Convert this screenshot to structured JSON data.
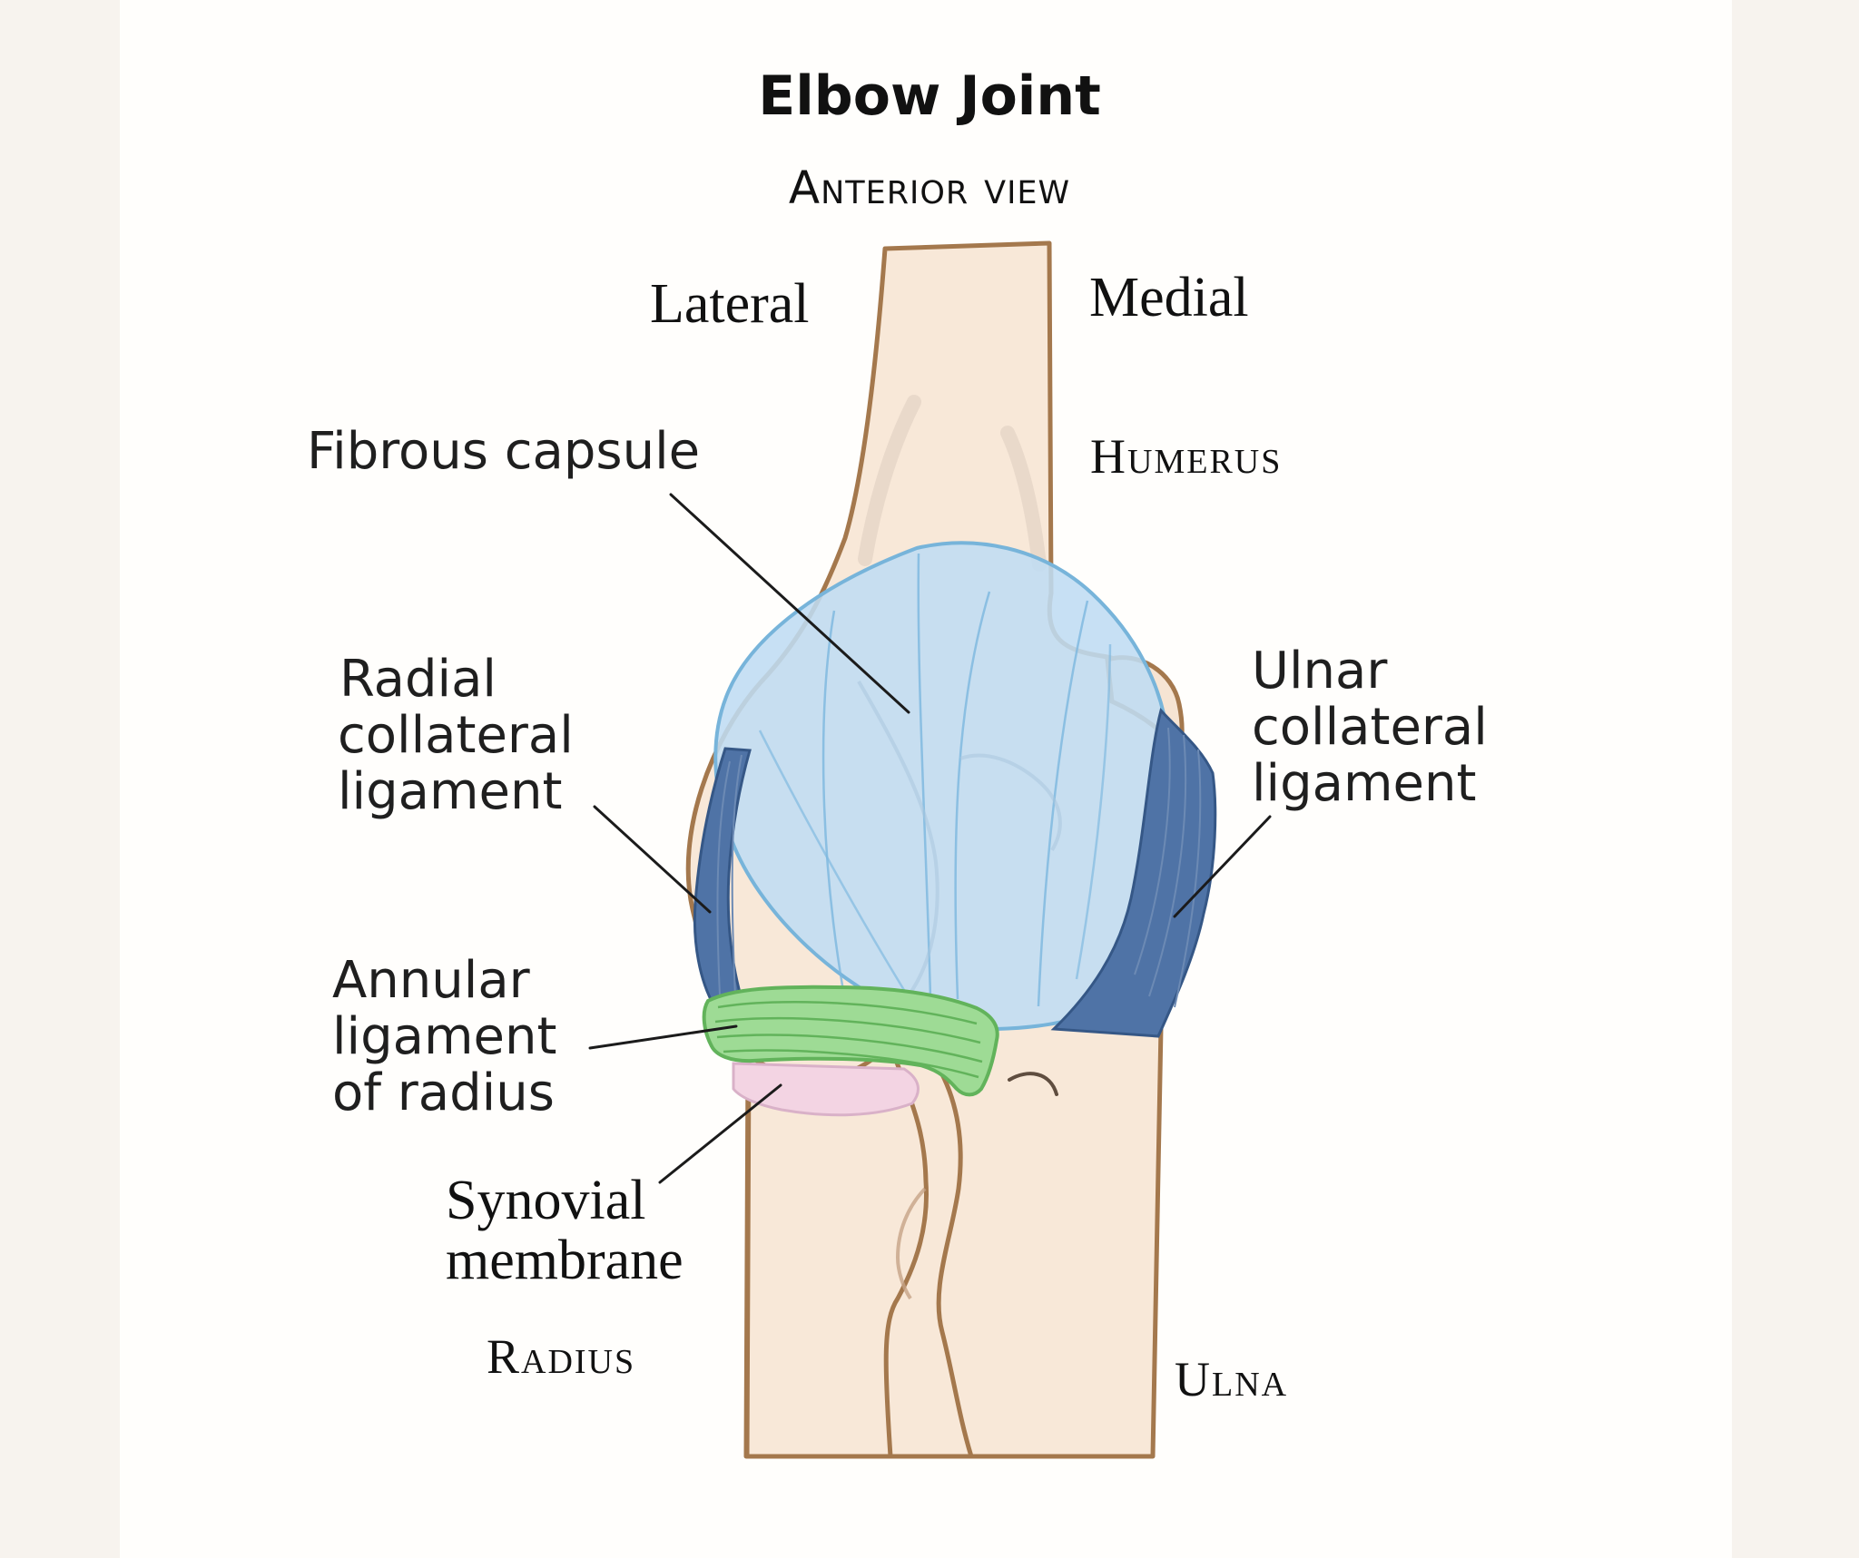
{
  "title": "Elbow Joint",
  "subtitle": "Anterior view",
  "labels": {
    "lateral": "Lateral",
    "medial": "Medial",
    "fibrous_capsule": "Fibrous capsule",
    "humerus": "Humerus",
    "radial_collateral_line1": "Radial",
    "radial_collateral_line2": "collateral",
    "radial_collateral_line3": "ligament",
    "ulnar_collateral_line1": "Ulnar",
    "ulnar_collateral_line2": "collateral",
    "ulnar_collateral_line3": "ligament",
    "annular_line1": "Annular",
    "annular_line2": "ligament",
    "annular_line3": "of radius",
    "synovial_line1": "Synovial",
    "synovial_line2": "membrane",
    "radius": "Radius",
    "ulna": "Ulna"
  },
  "colors": {
    "bone_fill": "#f8e8d8",
    "bone_outline": "#a4784d",
    "capsule_fill": "#bfdcf3",
    "capsule_outline": "#77b4da",
    "ligament_blue": "#4f73a6",
    "annular_green": "#9edb95",
    "annular_outline": "#62b35b",
    "synovial_pink": "#f3d4e3",
    "background": "#f7f3ee",
    "panel": "#fffefc"
  }
}
